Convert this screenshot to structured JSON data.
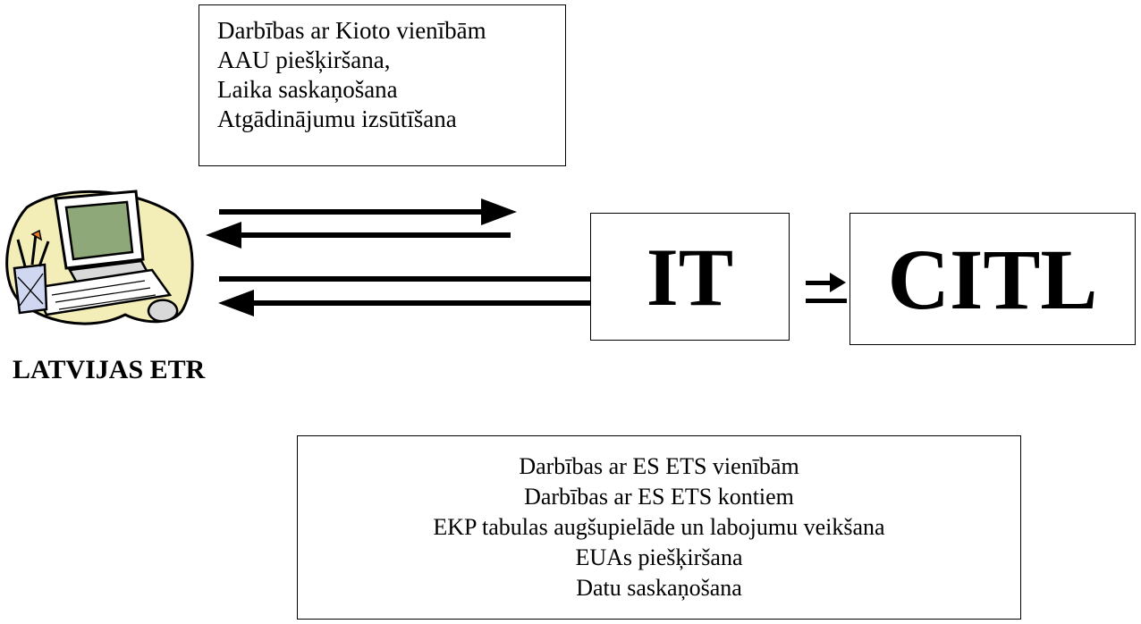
{
  "kyoto_box": {
    "lines": [
      "Darbības ar Kioto vienībām",
      "AAU piešķiršana,",
      "Laika saskaņošana",
      "Atgādinājumu izsūtīšana"
    ]
  },
  "it_box": {
    "label": "IT"
  },
  "citl_box": {
    "label": "CITL"
  },
  "registry": {
    "label": "LATVIJAS ETR",
    "icon": "computer-clipart-icon"
  },
  "ets_box": {
    "lines": [
      "Darbības ar ES ETS vienībām",
      "Darbības ar ES ETS kontiem",
      "EKP tabulas augšupielāde un labojumu veikšana",
      "EUAs piešķiršana",
      "Datu saskaņošana"
    ]
  },
  "colors": {
    "ink": "#000000",
    "blob": "#f3eeb8",
    "screen": "#8fa87a"
  }
}
